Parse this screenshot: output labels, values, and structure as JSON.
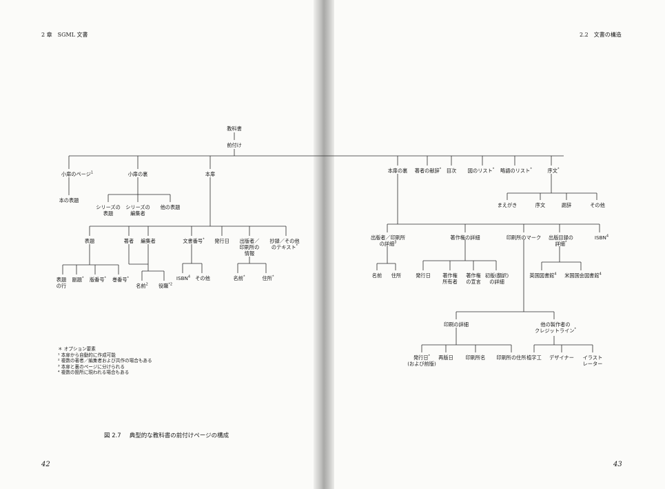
{
  "header": {
    "left": "2 章　SGML 文書",
    "right": "2.2　文書の構造"
  },
  "page_numbers": {
    "left": "42",
    "right": "43"
  },
  "tree": {
    "textbook": {
      "label": [
        "教科書"
      ]
    },
    "front_matter": {
      "label": [
        "前付け"
      ]
    },
    "half_title_page": {
      "label": [
        "小扉のページ"
      ],
      "mark": "1"
    },
    "book_title": {
      "label": [
        "本の表題"
      ]
    },
    "half_title_verso": {
      "label": [
        "小扉の裏"
      ]
    },
    "series_title": {
      "label": [
        "シリーズの",
        "表題"
      ]
    },
    "series_editor": {
      "label": [
        "シリーズの",
        "編集者"
      ]
    },
    "other_titles": {
      "label": [
        "他の表題"
      ]
    },
    "title_page": {
      "label": [
        "本扉"
      ]
    },
    "title": {
      "label": [
        "表題"
      ]
    },
    "title_line": {
      "label": [
        "表題",
        "の行"
      ]
    },
    "subtitle": {
      "label": [
        "副題"
      ],
      "mark": "*"
    },
    "edition": {
      "label": [
        "版番号"
      ],
      "mark": "*"
    },
    "volume": {
      "label": [
        "巻番号"
      ],
      "mark": "*"
    },
    "author": {
      "label": [
        "著者"
      ]
    },
    "editor": {
      "label": [
        "編集者"
      ]
    },
    "name2": {
      "label": [
        "名前"
      ],
      "mark": "2"
    },
    "position": {
      "label": [
        "役職"
      ],
      "mark": "*2"
    },
    "doc_number": {
      "label": [
        "文書番号"
      ],
      "mark": "*"
    },
    "isbn_left": {
      "label": [
        "ISBN"
      ],
      "mark": "4"
    },
    "other_num": {
      "label": [
        "その他"
      ]
    },
    "pub_date_left": {
      "label": [
        "発行日"
      ]
    },
    "publisher_info": {
      "label": [
        "出版者／",
        "印刷所の",
        "情報"
      ]
    },
    "pub_name": {
      "label": [
        "名前"
      ],
      "mark": "*"
    },
    "pub_address": {
      "label": [
        "住所"
      ],
      "mark": "*"
    },
    "abstract_text": {
      "label": [
        "抄録／その他",
        "のテキスト"
      ],
      "mark": "*"
    },
    "title_verso": {
      "label": [
        "本扉の裏"
      ]
    },
    "dedication": {
      "label": [
        "著者の献辞"
      ],
      "mark": "*"
    },
    "toc": {
      "label": [
        "目次"
      ]
    },
    "figures": {
      "label": [
        "図のリスト"
      ],
      "mark": "*"
    },
    "abbrevs": {
      "label": [
        "略語のリスト"
      ],
      "mark": "*"
    },
    "preface": {
      "label": [
        "序文"
      ],
      "mark": "*"
    },
    "foreword": {
      "label": [
        "まえがき"
      ]
    },
    "preface2": {
      "label": [
        "序文"
      ]
    },
    "acknowledgment": {
      "label": [
        "謝辞"
      ]
    },
    "preface_other": {
      "label": [
        "その他"
      ]
    },
    "publisher_detail": {
      "label": [
        "出版者／印刷所",
        "の詳細"
      ],
      "mark": "3"
    },
    "det_name": {
      "label": [
        "名前"
      ]
    },
    "det_address": {
      "label": [
        "住所"
      ]
    },
    "copyright_detail": {
      "label": [
        "著作権の詳細"
      ]
    },
    "cr_date": {
      "label": [
        "発行日"
      ]
    },
    "cr_holder": {
      "label": [
        "著作権",
        "所有者"
      ]
    },
    "cr_statement": {
      "label": [
        "著作権",
        "の宣言"
      ]
    },
    "first_edition": {
      "label": [
        "初版(翻訳)",
        "の詳細"
      ]
    },
    "printer_mark": {
      "label": [
        "印刷所のマーク"
      ]
    },
    "cataloging": {
      "label": [
        "出版目録の",
        "詳細"
      ],
      "mark": "*"
    },
    "british_library": {
      "label": [
        "英国図書館"
      ],
      "mark": "4"
    },
    "library_congress": {
      "label": [
        "米国国会図書館"
      ],
      "mark": "4"
    },
    "isbn_right": {
      "label": [
        "ISBN"
      ],
      "mark": "4"
    },
    "print_detail": {
      "label": [
        "印刷の詳細"
      ]
    },
    "print_date": {
      "label": [
        "発行日",
        "(および前版)"
      ],
      "mark": "*"
    },
    "reprint_date": {
      "label": [
        "再版日"
      ]
    },
    "printer_name": {
      "label": [
        "印刷所名"
      ]
    },
    "printer_address": {
      "label": [
        "印刷所の住所"
      ]
    },
    "other_credits": {
      "label": [
        "他の製作者の",
        "クレジットライン"
      ],
      "mark": "*"
    },
    "typesetter": {
      "label": [
        "植字工"
      ]
    },
    "designer": {
      "label": [
        "デザイナー"
      ]
    },
    "illustrator": {
      "label": [
        "イラスト",
        "レーター"
      ]
    }
  },
  "notes": [
    "＊ オプション要素",
    "¹ 本扉から自動的に作成可能",
    "² 複数の著者／編集者および共作の場合もある",
    "³ 本扉と裏のページに分けられる",
    "⁴ 複数の箇所に現われる場合もある"
  ],
  "caption": {
    "number": "図 2.7",
    "text": "典型的な教科書の前付けページの構成"
  }
}
